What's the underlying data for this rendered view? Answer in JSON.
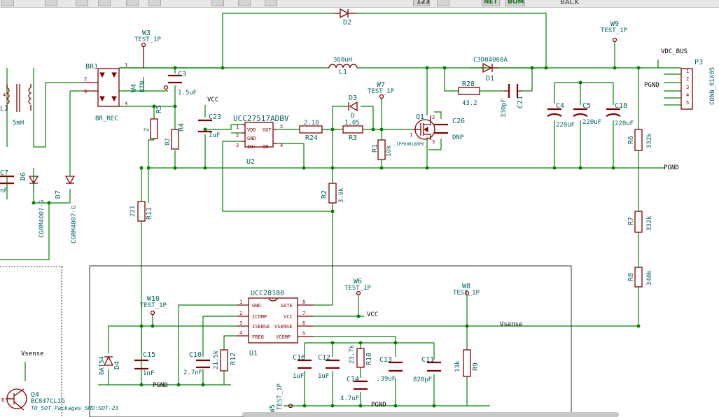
{
  "toolbar": {
    "icons": [
      "page-icon",
      "copy-icon",
      "pencil-icon",
      "tool-icon",
      "print-icon",
      "edit-icon",
      "undo-icon",
      "redo-icon",
      "zoom-icon",
      "annotate-icon",
      "erc-icon",
      "netlist-icon",
      "bom-icon"
    ],
    "annotate_label": "123",
    "net_label": "NET",
    "bom_label": "BOM",
    "back_label": "BACK"
  },
  "schematic": {
    "net_labels": {
      "vdc_bus": "VDC_BUS",
      "pgnd_right": "PGND",
      "pgnd_conn": "PGND",
      "vcc_top": "VCC",
      "vcc_u1": "VCC",
      "vsense_right": "Vsense",
      "vsense_left": "Vsense",
      "pgnd_c15": "PGND",
      "pgnd_bottom": "PGND"
    },
    "components": {
      "br1": {
        "ref": "BR1",
        "value": "BR_REC",
        "pin1": "1",
        "pin2": "2",
        "pin3": "3",
        "pin4": "4"
      },
      "l2": {
        "ref": "L2",
        "value": "5mH",
        "pin": "4"
      },
      "c7": {
        "ref": "C7",
        "value": "nF"
      },
      "d6": {
        "ref": "D6",
        "value": "CGRM4007-G"
      },
      "d7": {
        "ref": "D7",
        "value": "CGRM4007-G"
      },
      "w3": {
        "ref": "W3",
        "value": "TEST_1P"
      },
      "w4": {
        "ref": "W4",
        "value": "RTN"
      },
      "c3": {
        "ref": "C3",
        "value": "1.5uF"
      },
      "r5": {
        "ref": "R5",
        "value": "2"
      },
      "r4": {
        "ref": "R4",
        "value": "02"
      },
      "c23": {
        "ref": "C23",
        "value": "1uF"
      },
      "u2": {
        "ref": "U2",
        "value": "UCC27517ADBV",
        "pins": {
          "p1": "1",
          "p2": "2",
          "p3": "3",
          "p4": "4",
          "p5": "5",
          "vdd": "VDD",
          "gnd": "GND",
          "inp": "IN+",
          "inn": "IN-",
          "out": "OUT"
        }
      },
      "r24": {
        "ref": "R24",
        "value": "2.10"
      },
      "d2": {
        "ref": "D2"
      },
      "l1": {
        "ref": "L1",
        "value": "360uH"
      },
      "d3": {
        "ref": "D3",
        "value": "D"
      },
      "r3": {
        "ref": "R3",
        "value": "1.05"
      },
      "w7": {
        "ref": "W7",
        "value": "TEST_1P"
      },
      "r1": {
        "ref": "R1",
        "value": "10k"
      },
      "q1": {
        "ref": "Q1",
        "value": "IPP60R180P6",
        "pin1": "1",
        "pin2": "2",
        "pin3": "3"
      },
      "c26": {
        "ref": "C26",
        "value": "DNP"
      },
      "r28": {
        "ref": "R28",
        "value": "43.2"
      },
      "d1": {
        "ref": "D1",
        "value": "C3D04060A"
      },
      "c21": {
        "ref": "C21",
        "value": "330pF"
      },
      "w9": {
        "ref": "W9",
        "value": "TEST_1P"
      },
      "c4": {
        "ref": "C4",
        "value": "220uF"
      },
      "c5": {
        "ref": "C5",
        "value": "220uF"
      },
      "c18": {
        "ref": "C18",
        "value": "220uF"
      },
      "r6": {
        "ref": "R6",
        "value": "332k"
      },
      "r7": {
        "ref": "R7",
        "value": "332k"
      },
      "r8": {
        "ref": "R8",
        "value": "340k"
      },
      "p3": {
        "ref": "P3",
        "value": "CONN_01X05",
        "pins": [
          "1",
          "2",
          "3",
          "4",
          "5"
        ]
      },
      "r2": {
        "ref": "R2",
        "value": "3.9k"
      },
      "r11": {
        "ref": "R11",
        "value": "221"
      },
      "u1": {
        "ref": "U1",
        "value": "UCC28180",
        "pins": {
          "p1": "1",
          "p2": "2",
          "p3": "3",
          "p4": "4",
          "p5": "5",
          "p6": "6",
          "p7": "7",
          "p8": "8",
          "gnd": "GND",
          "icomp": "ICOMP",
          "isense": "ISENSE",
          "freq": "FREQ",
          "gate": "GATE",
          "vcc": "VCC",
          "vsense": "VSENSE",
          "vcomp": "VCOMP"
        }
      },
      "w10": {
        "ref": "W10",
        "value": "TEST_1P"
      },
      "w6": {
        "ref": "W6",
        "value": "TEST_1P"
      },
      "w8": {
        "ref": "W8",
        "value": "TEST_1P"
      },
      "w5": {
        "ref": "W5",
        "value": "TEST_1P"
      },
      "d4": {
        "ref": "D4",
        "value": "BAT54"
      },
      "c15": {
        "ref": "C15",
        "value": "1nF"
      },
      "c10": {
        "ref": "C10",
        "value": "2.7nF"
      },
      "r12": {
        "ref": "R12",
        "value": "21.5k"
      },
      "c16": {
        "ref": "C16",
        "value": "1uF"
      },
      "c12": {
        "ref": "C12",
        "value": "1uF"
      },
      "r10": {
        "ref": "R10",
        "value": "23.7k"
      },
      "c14": {
        "ref": "C14",
        "value": "4.7uF"
      },
      "c13": {
        "ref": "C13",
        "value": ".39uF"
      },
      "c11": {
        "ref": "C11",
        "value": "820pF"
      },
      "r9": {
        "ref": "R9",
        "value": "13k"
      },
      "q4": {
        "ref": "Q4",
        "value": "BC847CL1G",
        "footprint": "TO_SOT_Packages_SMD:SOT-23",
        "pin": "B"
      }
    }
  }
}
